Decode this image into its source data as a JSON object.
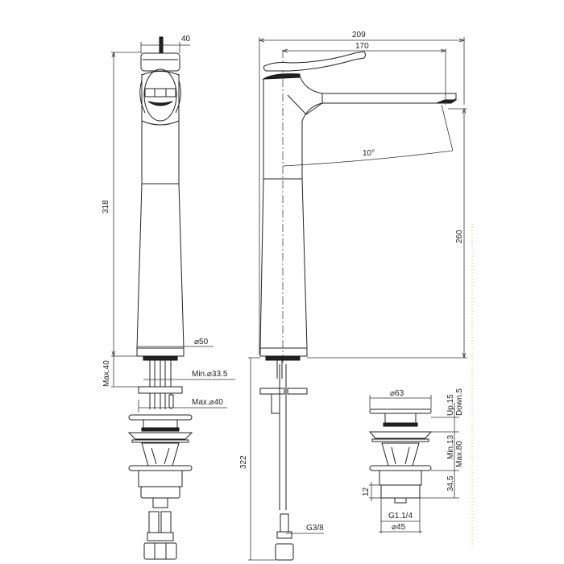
{
  "drawing": {
    "title": "Tall single-lever basin mixer with pop-up waste — technical drawing",
    "views": {
      "front": {
        "dims": {
          "handle_width": "40",
          "total_height": "318",
          "base_diameter": "⌀50",
          "max_deck_thickness": "Max.40",
          "min_hole": "Min.⌀33.5",
          "max_hole": "Max.⌀40"
        }
      },
      "side": {
        "dims": {
          "overall_length": "209",
          "spout_reach": "170",
          "spout_angle": "10°",
          "spout_height": "260",
          "hose_length": "322",
          "hose_thread": "G3/8"
        }
      },
      "waste": {
        "dims": {
          "cap_diameter": "⌀63",
          "stroke_up": "Up.15",
          "stroke_down": "Down.5",
          "deck_min": "Min.13",
          "deck_max": "Max.80",
          "body_height": "34.5",
          "thread_height": "12",
          "thread": "G1.1/4",
          "thread_diameter": "⌀45"
        }
      }
    }
  }
}
